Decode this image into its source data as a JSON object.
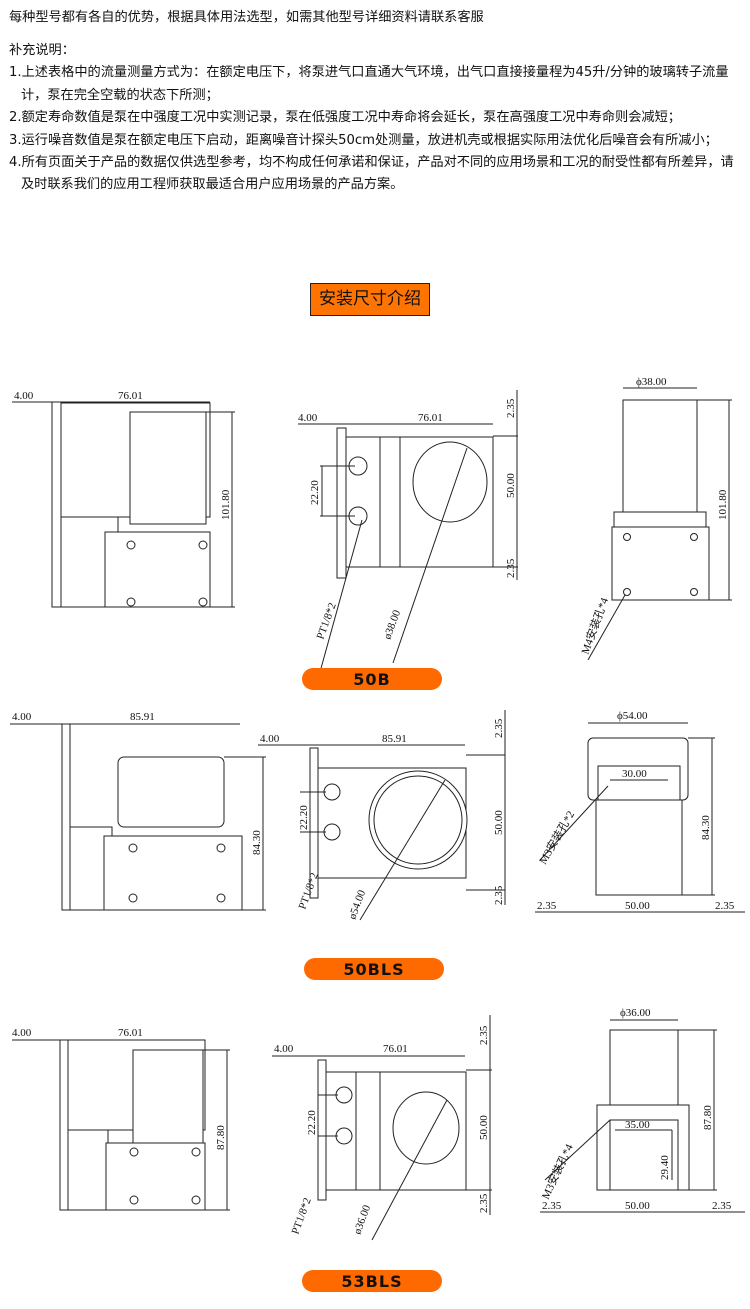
{
  "intro": "每种型号都有各自的优势，根据具体用法选型，如需其他型号详细资料请联系客服",
  "notes_title": "补充说明：",
  "notes": [
    "1.上述表格中的流量测量方式为：在额定电压下，将泵进气口直通大气环境，出气口直接接量程为45升/分钟的玻璃转子流量计，泵在完全空载的状态下所测；",
    "2.额定寿命数值是泵在中强度工况中实测记录，泵在低强度工况中寿命将会延长，泵在高强度工况中寿命则会减短；",
    "3.运行噪音数值是泵在额定电压下启动，距离噪音计探头50cm处测量，放进机壳或根据实际用法优化后噪音会有所减小；",
    "4.所有页面关于产品的数据仅供选型参考，均不构成任何承诺和保证，产品对不同的应用场景和工况的耐受性都有所差异，请及时联系我们的应用工程师获取最适合用户应用场景的产品方案。"
  ],
  "section_header": "安装尺寸介绍",
  "accent": "#ff6a00",
  "models": [
    {
      "name": "50B",
      "plate": "4.00",
      "length": "76.01",
      "height": "101.80",
      "port_spacing": "22.20",
      "port": "PT1/8*2",
      "width": "50.00",
      "margin": "2.35",
      "dia": "ø38.00",
      "dia_top": "ϕ38.00",
      "holes": "M4安装孔*4"
    },
    {
      "name": "50BLS",
      "plate": "4.00",
      "length": "85.91",
      "height": "84.30",
      "port_spacing": "22.20",
      "port": "PT1/8*2",
      "width": "50.00",
      "margin": "2.35",
      "dia": "ø54.00",
      "dia_top": "ϕ54.00",
      "holes": "M3安装孔*2",
      "hole_spacing": "30.00",
      "base_width": "50.00"
    },
    {
      "name": "53BLS",
      "plate": "4.00",
      "length": "76.01",
      "height": "87.80",
      "port_spacing": "22.20",
      "port": "PT1/8*2",
      "width": "50.00",
      "margin": "2.35",
      "dia": "ø36.00",
      "dia_top": "ϕ36.00",
      "holes": "M3安装孔*4",
      "hole_spacing": "35.00",
      "hole_vspacing": "29.40",
      "base_width": "50.00"
    }
  ]
}
